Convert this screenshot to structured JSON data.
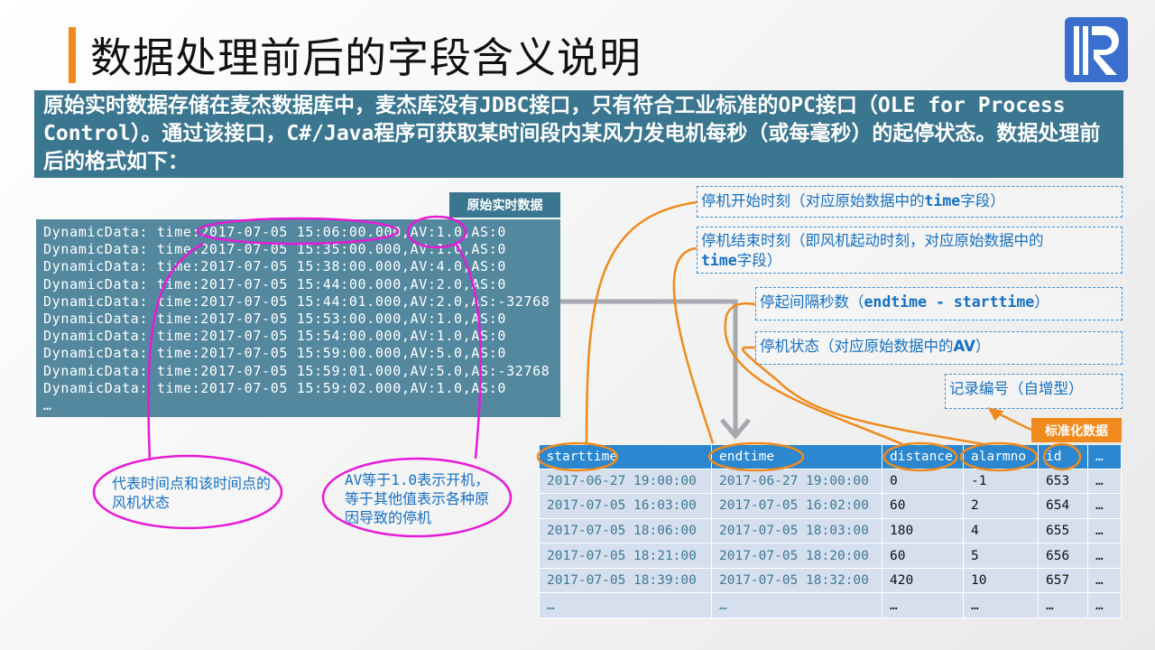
{
  "title": "数据处理前后的字段含义说明",
  "logo": "R",
  "banner": "原始实时数据存储在麦杰数据库中，麦杰库没有JDBC接口，只有符合工业标准的OPC接口（OLE for Process Control）。通过该接口，C#/Java程序可获取某时间段内某风力发电机每秒（或每毫秒）的起停状态。数据处理前后的格式如下：",
  "raw_label": "原始实时数据",
  "raw_lines": [
    "DynamicData: time:2017-07-05 15:06:00.000,AV:1.0,AS:0",
    "DynamicData: time:2017-07-05 15:35:00.000,AV:1.0,AS:0",
    "DynamicData: time:2017-07-05 15:38:00.000,AV:4.0,AS:0",
    "DynamicData: time:2017-07-05 15:44:00.000,AV:2.0,AS:0",
    "DynamicData: time:2017-07-05 15:44:01.000,AV:2.0,AS:-32768",
    "DynamicData: time:2017-07-05 15:53:00.000,AV:1.0,AS:0",
    "DynamicData: time:2017-07-05 15:54:00.000,AV:1.0,AS:0",
    "DynamicData: time:2017-07-05 15:59:00.000,AV:5.0,AS:0",
    "DynamicData: time:2017-07-05 15:59:01.000,AV:5.0,AS:-32768",
    "DynamicData: time:2017-07-05 15:59:02.000,AV:1.0,AS:0",
    "…"
  ],
  "callouts": {
    "c1_a": "停机开始时刻（对应原始数据中的",
    "c1_b": "time",
    "c1_c": "字段）",
    "c2_a": "停机结束时刻（即风机起动时刻，对应原始数据中的",
    "c2_b": "time",
    "c2_c": "字段）",
    "c3_a": "停起间隔秒数（",
    "c3_b": "endtime - starttime",
    "c3_c": "）",
    "c4_a": "停机状态（对应原始数据中的",
    "c4_b": "AV",
    "c4_c": "）",
    "c5": "记录编号（自增型）"
  },
  "std_label": "标准化数据",
  "table": {
    "headers": [
      "starttime",
      "endtime",
      "distance",
      "alarmno",
      "id",
      "…"
    ],
    "rows": [
      [
        "2017-06-27 19:00:00",
        "2017-06-27 19:00:00",
        "0",
        "-1",
        "653",
        "…"
      ],
      [
        "2017-07-05 16:03:00",
        "2017-07-05 16:02:00",
        "60",
        "2",
        "654",
        "…"
      ],
      [
        "2017-07-05 18:06:00",
        "2017-07-05 18:03:00",
        "180",
        "4",
        "655",
        "…"
      ],
      [
        "2017-07-05 18:21:00",
        "2017-07-05 18:20:00",
        "60",
        "5",
        "656",
        "…"
      ],
      [
        "2017-07-05 18:39:00",
        "2017-07-05 18:32:00",
        "420",
        "10",
        "657",
        "…"
      ],
      [
        "…",
        "…",
        "…",
        "…",
        "…",
        "…"
      ]
    ]
  },
  "bubbles": {
    "b1": "代表时间点和该时间点的风机状态",
    "b2_a": "AV",
    "b2_b": "等于",
    "b2_c": "1.0",
    "b2_d": "表示开机，等于其他值表示各种原因导致的停机"
  },
  "colors": {
    "accent": "#f08a1c",
    "banner": "#3b7690",
    "table_header": "#2a87d0",
    "annot_pink": "#e61ad8",
    "annot_orange": "#f08a1c"
  }
}
